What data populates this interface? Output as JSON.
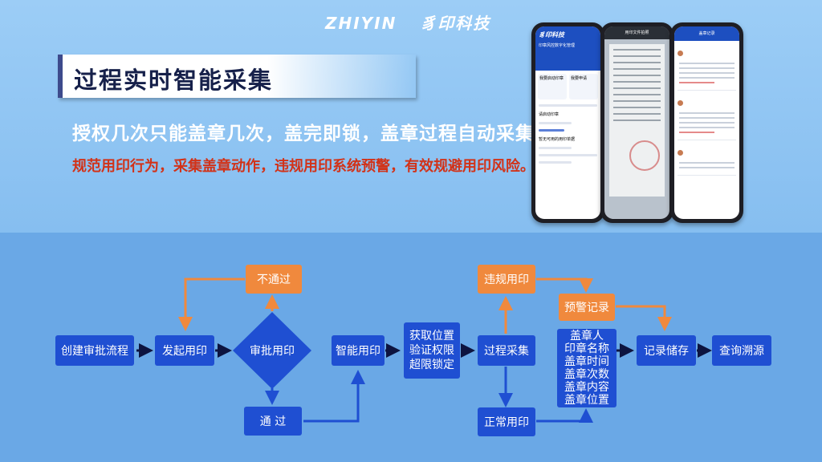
{
  "header": {
    "brand_en": "ZHIYIN",
    "brand_cn": "豸印科技",
    "title": "过程实时智能采集",
    "subtitle": "授权几次只能盖章几次，盖完即锁，盖章过程自动采集",
    "tagline": "规范用印行为，采集盖章动作，违规用印系统预警，有效规避用印风险。"
  },
  "phones": {
    "p1_brand": "豸印科技",
    "p1_sub": "印章风控数字化管理",
    "p1_card1": "我要启动印章",
    "p1_card2": "我要申请",
    "p1_item": "请启动印章",
    "p1_item2": "暂无可用的用印单据",
    "p2_title": "用印文件拍照",
    "p3_title": "盖章记录"
  },
  "flow": {
    "create": "创建审批流程",
    "initiate": "发起用印",
    "approve": "审批用印",
    "reject": "不通过",
    "pass": "通 过",
    "smart": "智能用印",
    "locate": [
      "获取位置",
      "验证权限",
      "超限锁定"
    ],
    "collect": "过程采集",
    "violation": "违规用印",
    "normal": "正常用印",
    "warning": "预警记录",
    "details": [
      "盖章人",
      "印章名称",
      "盖章时间",
      "盖章次数",
      "盖章内容",
      "盖章位置"
    ],
    "store": "记录储存",
    "trace": "查询溯源"
  },
  "colors": {
    "node_blue": "#1f4fd2",
    "node_orange": "#f0893d",
    "arrow_dark": "#0d1440",
    "arrow_blue": "#1f4fd2",
    "arrow_orange": "#f0893d"
  }
}
